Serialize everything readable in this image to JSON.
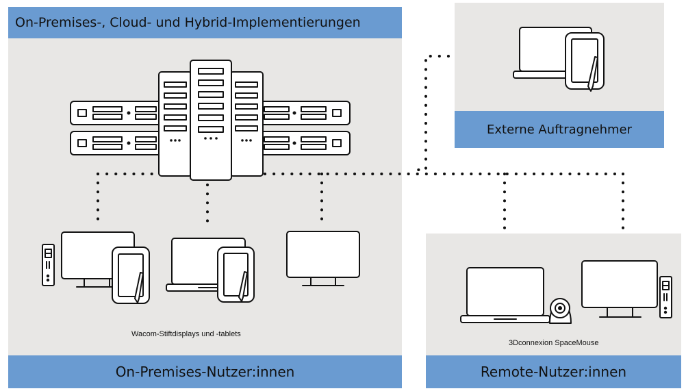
{
  "title": "On-Premises-, Cloud- und Hybrid-Implementierungen",
  "external": {
    "label": "Externe Auftragnehmer"
  },
  "onprem": {
    "label": "On-Premises-Nutzer:innen",
    "devices_caption": "Wacom-Stiftdisplays und -tablets"
  },
  "remote": {
    "label": "Remote-Nutzer:innen",
    "device_caption": "3Dconnexion SpaceMouse"
  },
  "icons": [
    "server-rack-icon",
    "workstation-icon",
    "monitor-icon",
    "laptop-icon",
    "pen-tablet-icon",
    "tower-pc-icon",
    "spacemouse-icon"
  ],
  "colors": {
    "panel": "#e8e7e5",
    "accent_bar": "#6a9bd1",
    "line": "#111111"
  }
}
